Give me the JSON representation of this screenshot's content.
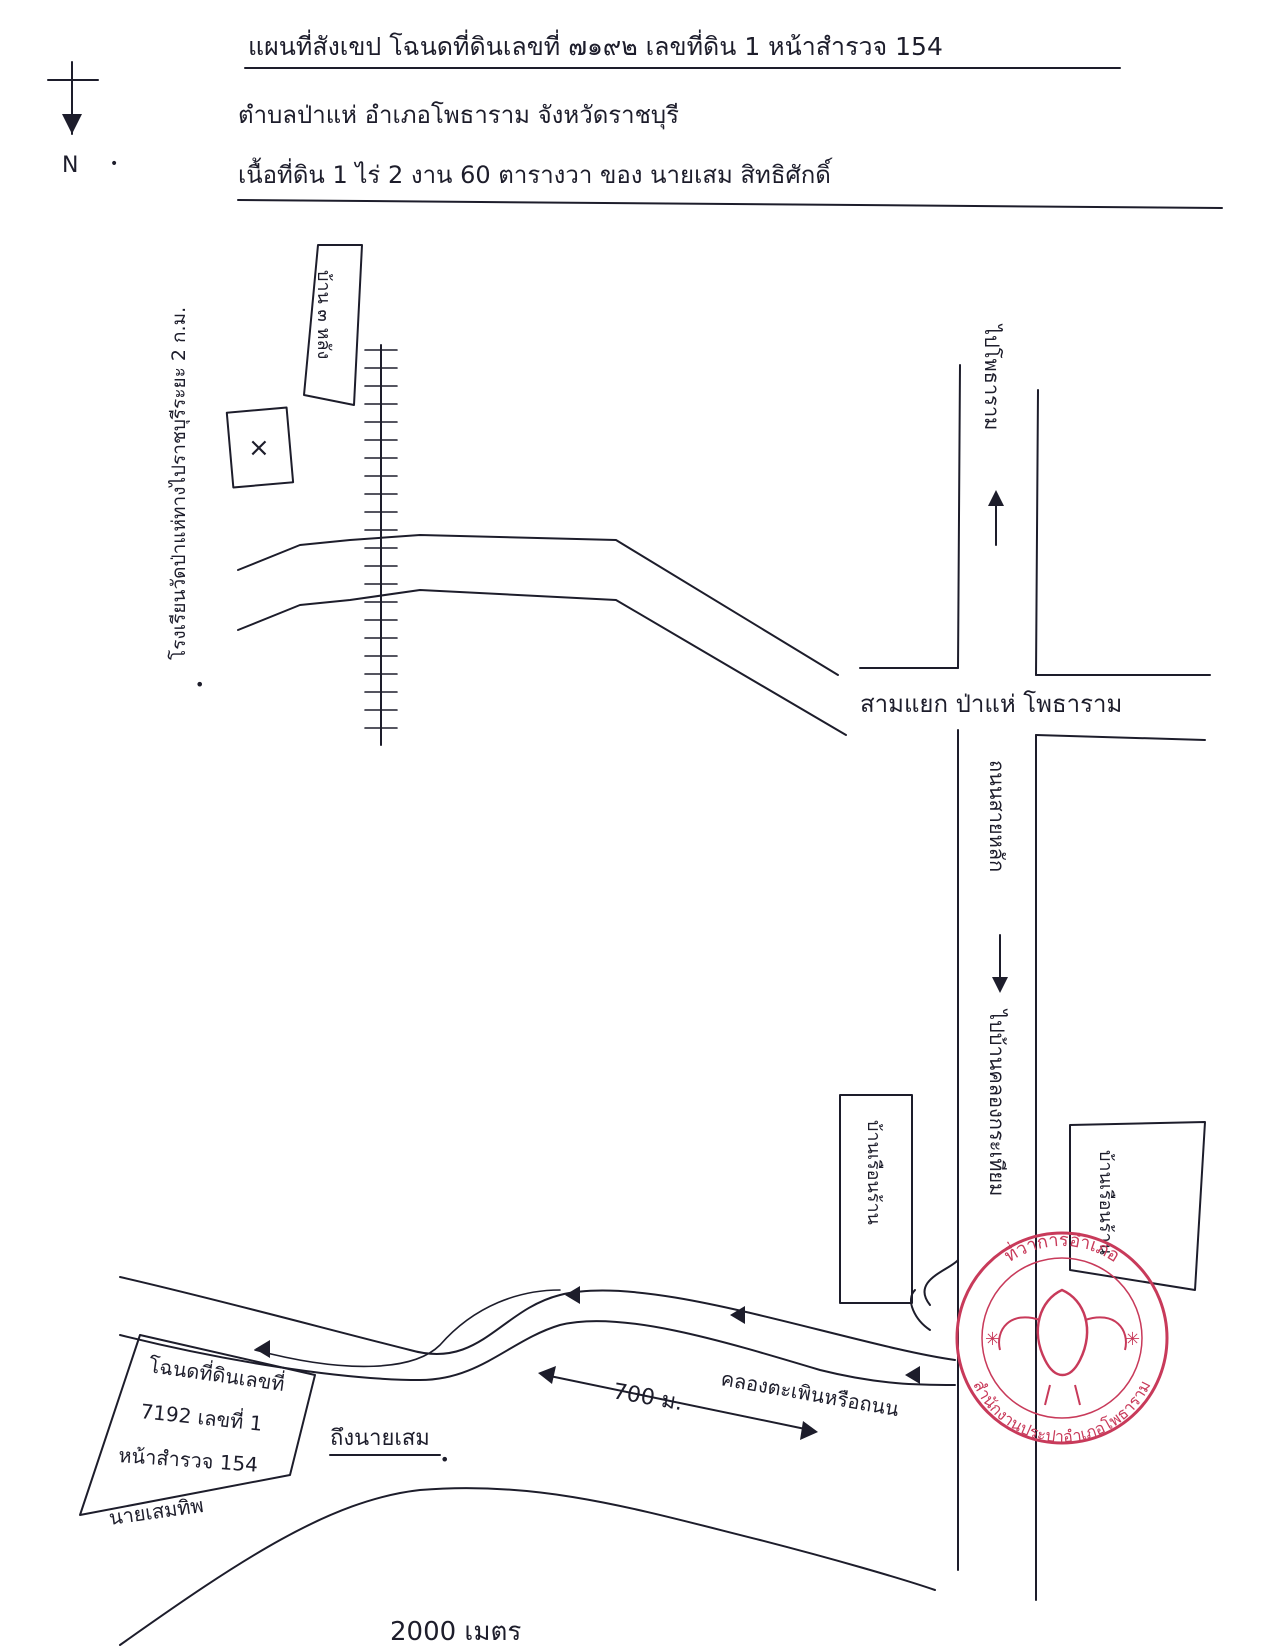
{
  "header": {
    "line1": "แผนที่สังเขป โฉนดที่ดินเลขที่ ๗๑๙๒ เลขที่ดิน 1 หน้าสำรวจ 154",
    "line2": "ตำบลป่าแห่ อำเภอโพธาราม จังหวัดราชบุรี",
    "line3": "เนื้อที่ดิน 1 ไร่ 2 งาน 60 ตารางวา ของ นายเสม สิทธิศักดิ์"
  },
  "compass": {
    "label": "N"
  },
  "labels": {
    "left_school_note": "โรงเรียนวัดป่าแห่ทางไปราชบุรีระยะ 2 ก.ม.",
    "plot_top": "บ้าน ๓ หลัง",
    "road_upper_right": "ไปโพธาราม",
    "intersection": "สามแยก ป่าแห่ โพธาราม",
    "road_vertical_1": "ถนนสายหลัก",
    "road_vertical_2": "ไปบ้านคลองกระเทียม",
    "left_shop_block": "บ้านเรือนร้าน",
    "right_shop_block": "บ้านเรือนร้าน",
    "canal": "คลองตะเพินหรือถนน",
    "distance": "700 ม.",
    "plot_box_1": "โฉนดที่ดินเลขที่",
    "plot_box_2": "7192 เลขที่ 1",
    "plot_box_3": "หน้าสำรวจ 154",
    "plot_box_bottom": "นายเสมทิพ",
    "plot_owner_side": "ถึงนายเสม",
    "bottom_note": "2000 เมตร"
  },
  "seal": {
    "top_text": "ที่ว่าการอำเภอ",
    "bottom_text": "สำนักงานประปาอำเภอโพธาราม"
  },
  "colors": {
    "ink": "#1d1d2b",
    "seal": "#c83a5a"
  }
}
